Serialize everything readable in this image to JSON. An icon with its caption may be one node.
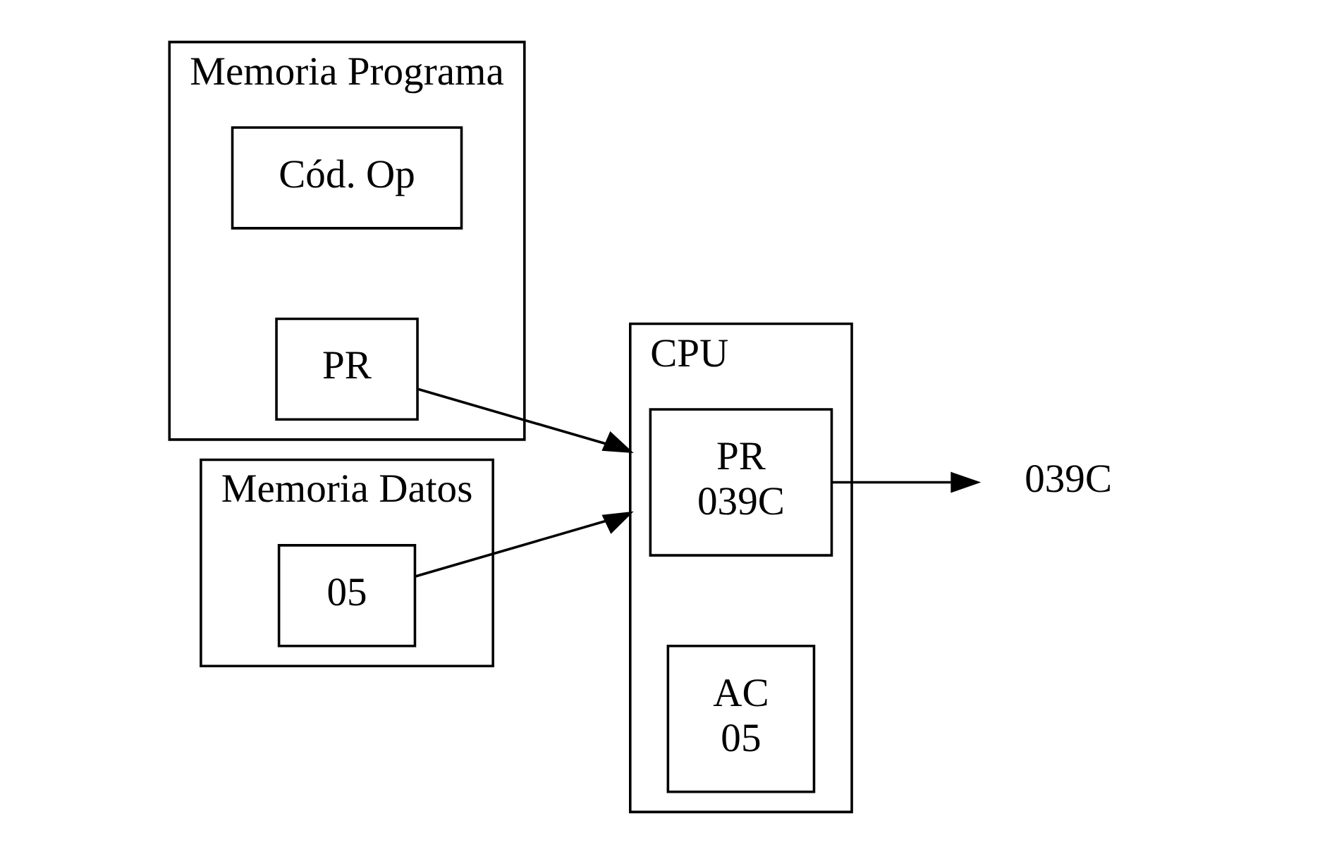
{
  "diagram": {
    "nodes": [
      {
        "text": [
          "Memoria Programa"
        ]
      },
      {
        "text": [
          "Cód. Op"
        ],
        "in": 0
      },
      {
        "text": [
          "PR"
        ],
        "in": 0
      },
      {
        "text": [
          "CPU"
        ]
      },
      {
        "text": [
          "PR",
          "039C"
        ],
        "in": 3
      },
      {
        "text": [
          "AC",
          "05"
        ],
        "in": 3
      },
      {
        "text": [
          "Memoria Datos"
        ]
      },
      {
        "text": [
          "05"
        ],
        "in": 6
      },
      {
        "text": [
          "039C"
        ]
      }
    ],
    "edges": [
      {
        "from": 2,
        "to": 3,
        "arrow": "to"
      },
      {
        "from": 4,
        "to": 8,
        "arrow": "to"
      },
      {
        "from": 7,
        "to": 3,
        "arrow": "to"
      }
    ]
  }
}
